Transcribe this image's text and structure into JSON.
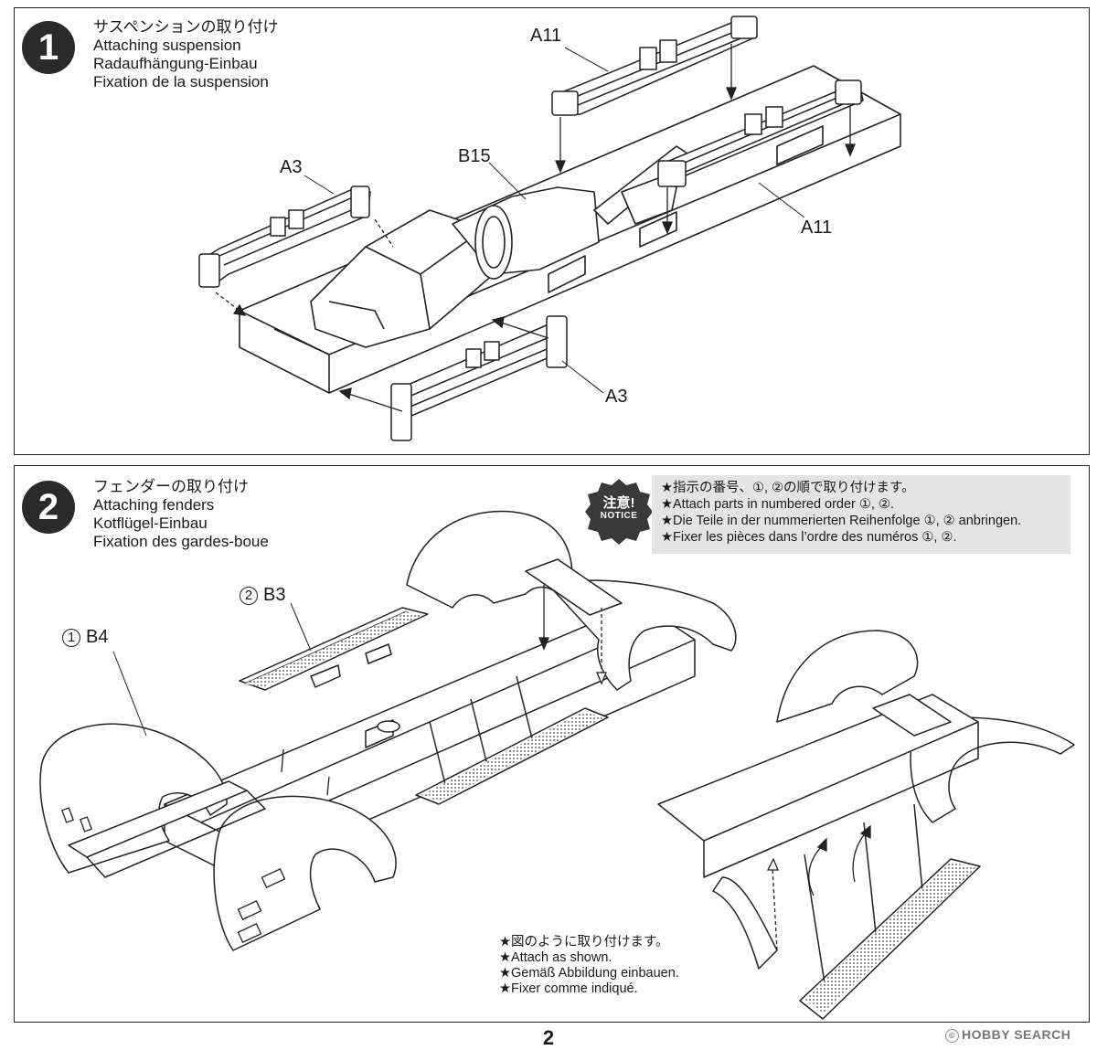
{
  "steps": [
    {
      "number": "1",
      "title_jp": "サスペンションの取り付け",
      "title_en": "Attaching suspension",
      "title_de": "Radaufhängung-Einbau",
      "title_fr": "Fixation de la suspension",
      "labels": {
        "a11_top": "A11",
        "b15": "B15",
        "a3_left": "A3",
        "a11_right": "A11",
        "a3_bottom": "A3"
      }
    },
    {
      "number": "2",
      "title_jp": "フェンダーの取り付け",
      "title_en": "Attaching fenders",
      "title_de": "Kotflügel-Einbau",
      "title_fr": "Fixation des gardes-boue",
      "labels": {
        "b3_order": "2",
        "b3": "B3",
        "b4_order": "1",
        "b4": "B4"
      }
    }
  ],
  "notice": {
    "badge_jp": "注意!",
    "badge_en": "NOTICE",
    "lines": [
      "★指示の番号、①, ②の順で取り付けます。",
      "★Attach parts in numbered order ①, ②.",
      "★Die Teile in der nummerierten Reihenfolge ①, ② anbringen.",
      "★Fixer les pièces dans l’ordre des numéros ①, ②."
    ]
  },
  "note_bottom": [
    "★図のように取り付けます。",
    "★Attach as shown.",
    "★Gemäß Abbildung einbauen.",
    "★Fixer comme indiqué."
  ],
  "page_number": "2",
  "watermark": {
    "mark": "©",
    "text": "HOBBY SEARCH"
  }
}
